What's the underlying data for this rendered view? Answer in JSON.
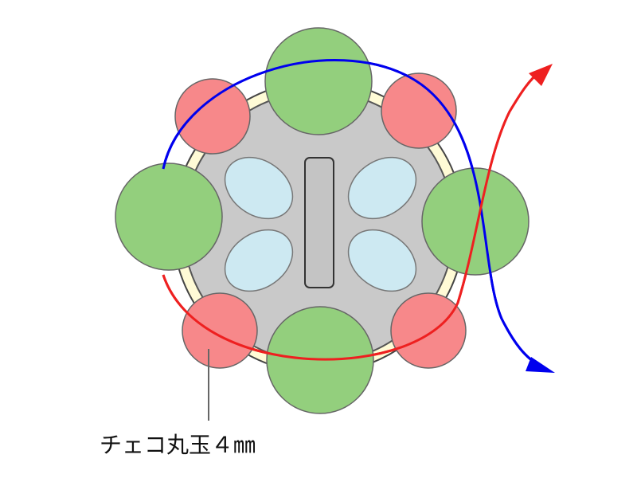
{
  "diagram": {
    "annotation": "チェコ丸玉４㎜"
  },
  "colors": {
    "green_bead": "#93cf7d",
    "red_bead": "#f7888a",
    "center_plate": "#c9c9c9",
    "blue_oval": "#cde9f2",
    "cream_ring": "#fffbd6",
    "blue_thread": "#0000ee",
    "red_thread": "#ee2020",
    "outline": "#555555"
  },
  "icons": [
    "blue-arrowhead",
    "red-arrowhead"
  ]
}
